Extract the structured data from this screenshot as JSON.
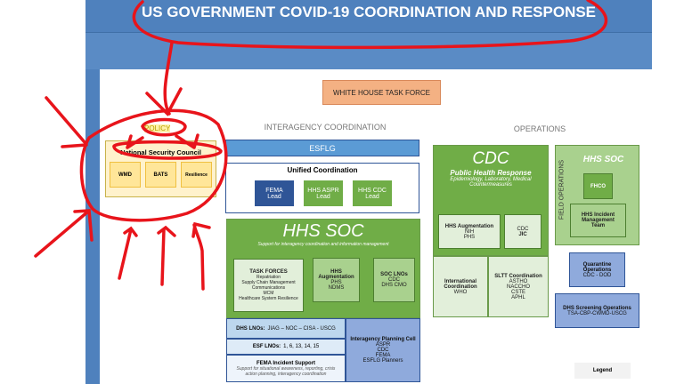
{
  "title": "US GOVERNMENT COVID-19 COORDINATION AND RESPONSE",
  "white_house": "WHITE HOUSE TASK FORCE",
  "interagency_heading": "INTERAGENCY COORDINATION",
  "operations_heading": "OPERATIONS",
  "policy": {
    "label": "POLICY",
    "council": "National Security Council",
    "items": [
      "WMD",
      "BATS",
      "Resilience"
    ]
  },
  "esflg": "ESFLG",
  "unified": {
    "title": "Unified Coordination",
    "leads": [
      {
        "name": "FEMA",
        "sub": "Lead",
        "color": "#2f5597"
      },
      {
        "name": "HHS ASPR",
        "sub": "Lead",
        "color": "#70ad47"
      },
      {
        "name": "HHS CDC",
        "sub": "Lead",
        "color": "#70ad47"
      }
    ]
  },
  "hhs_soc": {
    "title": "HHS SOC",
    "subtitle": "Support for interagency coordination and information management",
    "task_forces": {
      "title": "TASK FORCES",
      "items": [
        "Repatriation",
        "Supply Chain Management",
        "Communications",
        "MCM",
        "Healthcare System Resilience"
      ]
    },
    "augmentation": {
      "title": "HHS Augmentation",
      "items": [
        "PHS",
        "NDMS"
      ]
    },
    "soc_lnos": {
      "title": "SOC LNOs",
      "items": [
        "CDC",
        "DHS CMO"
      ]
    },
    "dhs_lnos": {
      "label": "DHS LNOs:",
      "value": "JIAG – NOC – CISA - USCG"
    },
    "esf_lnos": {
      "label": "ESF LNOs:",
      "value": "1, 6, 13, 14, 15"
    },
    "fema_support": {
      "title": "FEMA Incident Support",
      "desc": "Support for situational awareness, reporting, crisis action planning, interagency coordination"
    },
    "planning_cell": {
      "title": "Interagency Planning Cell",
      "items": [
        "ASPR",
        "CDC",
        "FEMA",
        "ESFLG Planners"
      ]
    }
  },
  "cdc": {
    "title": "CDC",
    "subtitle": "Public Health Response",
    "desc": "Epidemiology, Laboratory, Medical Countermeasures",
    "augmentation": {
      "title": "HHS Augmentation",
      "items": [
        "NIH",
        "PHS"
      ]
    },
    "jic": {
      "items": [
        "CDC",
        "JIC"
      ]
    },
    "international": {
      "title": "International Coordination",
      "items": [
        "WHO"
      ]
    },
    "sltt": {
      "title": "SLTT Coordination",
      "items": [
        "ASTHO",
        "NACCHO",
        "CSTE",
        "APHL"
      ]
    }
  },
  "field": {
    "vertical": "FIELD OPERATIONS",
    "title": "HHS SOC",
    "fhco": "FHCO",
    "imt": "HHS Incident Management Team"
  },
  "quarantine": {
    "title": "Quarantine Operations",
    "sub": "CDC - DOD"
  },
  "screening": {
    "title": "DHS Screening Operations",
    "sub": "TSA-CBP-CWMD-USCG"
  },
  "legend": "Legend",
  "colors": {
    "annotation": "#e8141b",
    "frame": "#4f81bd",
    "green": "#70ad47"
  }
}
